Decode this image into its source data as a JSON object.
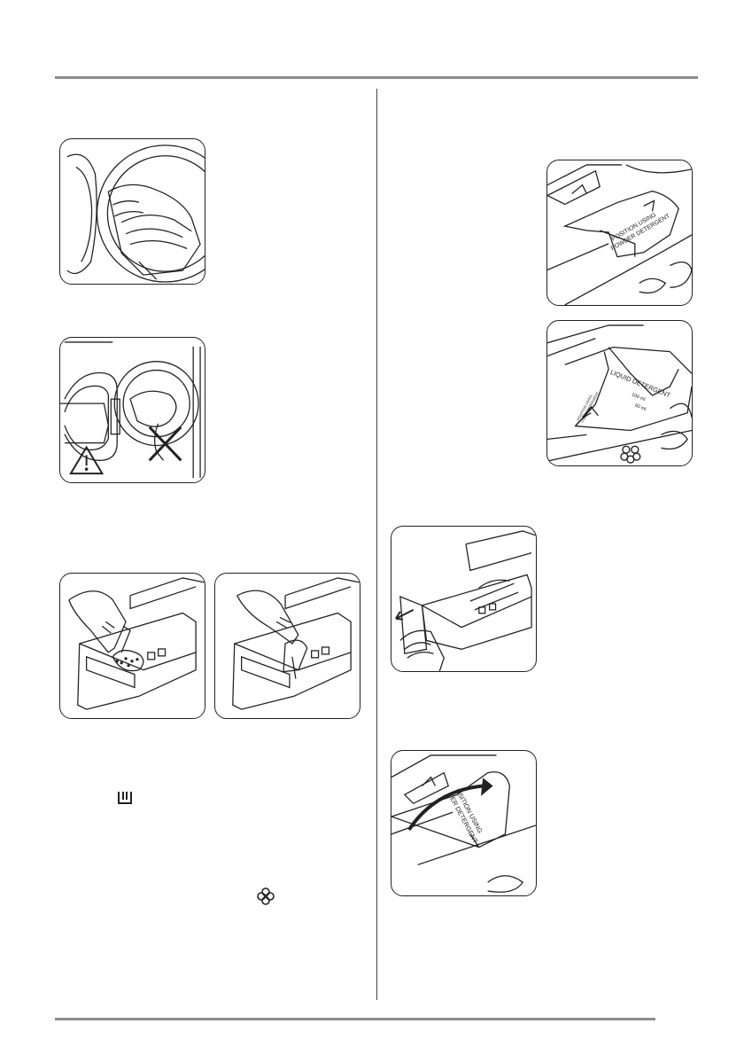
{
  "page": {
    "layout": "two-column manual page",
    "text_visible": false
  },
  "figures": {
    "load_laundry": {
      "icon": "hand-loading-laundry"
    },
    "door_warning": {
      "icon": "warning-triangle-and-cross"
    },
    "powder_dispenser": {
      "icon": "hand-pouring-powder"
    },
    "liquid_dispenser": {
      "icon": "hand-pouring-liquid"
    },
    "flap_powder": {
      "label_lines": [
        "POSITION USING",
        "POWDER DETERGENT"
      ]
    },
    "flap_liquid": {
      "label_main": "LIQUID DETERGENT",
      "mark_100": "100 ml",
      "mark_60": "60 ml",
      "label_small_lines": [
        "POSITION USING",
        "LIQUID DETERGENT"
      ],
      "icon": "softener-flower-icon"
    },
    "drawer_pull": {
      "icon": "pull-arrow"
    },
    "flap_turn": {
      "label_lines": [
        "OSITION USING",
        "DER DETERGENT"
      ]
    }
  },
  "inline_icons": {
    "main_wash": "main-wash-compartment-icon",
    "softener": "softener-flower-icon"
  }
}
